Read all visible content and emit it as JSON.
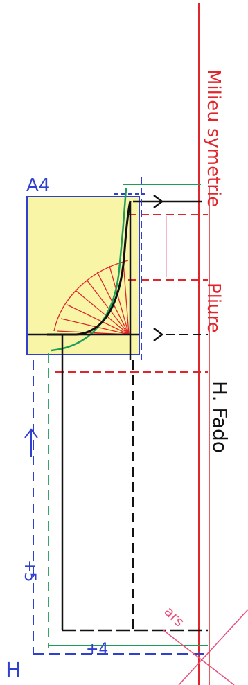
{
  "labels": {
    "paper_size": "A4",
    "milieu_symetrie": "Milieu symetrie",
    "pliure": "Pliure",
    "author": "H. Fado",
    "plus_five": "+5",
    "plus_four": "+4",
    "height_mark": "H",
    "small_note": "ars"
  },
  "colors": {
    "paper": "#ffffff",
    "yellow_fill": "#f8f5a6",
    "blue": "#2f3fd0",
    "red": "#e0252b",
    "green": "#1e9d5a",
    "black": "#111111",
    "pink": "#e8507a"
  }
}
